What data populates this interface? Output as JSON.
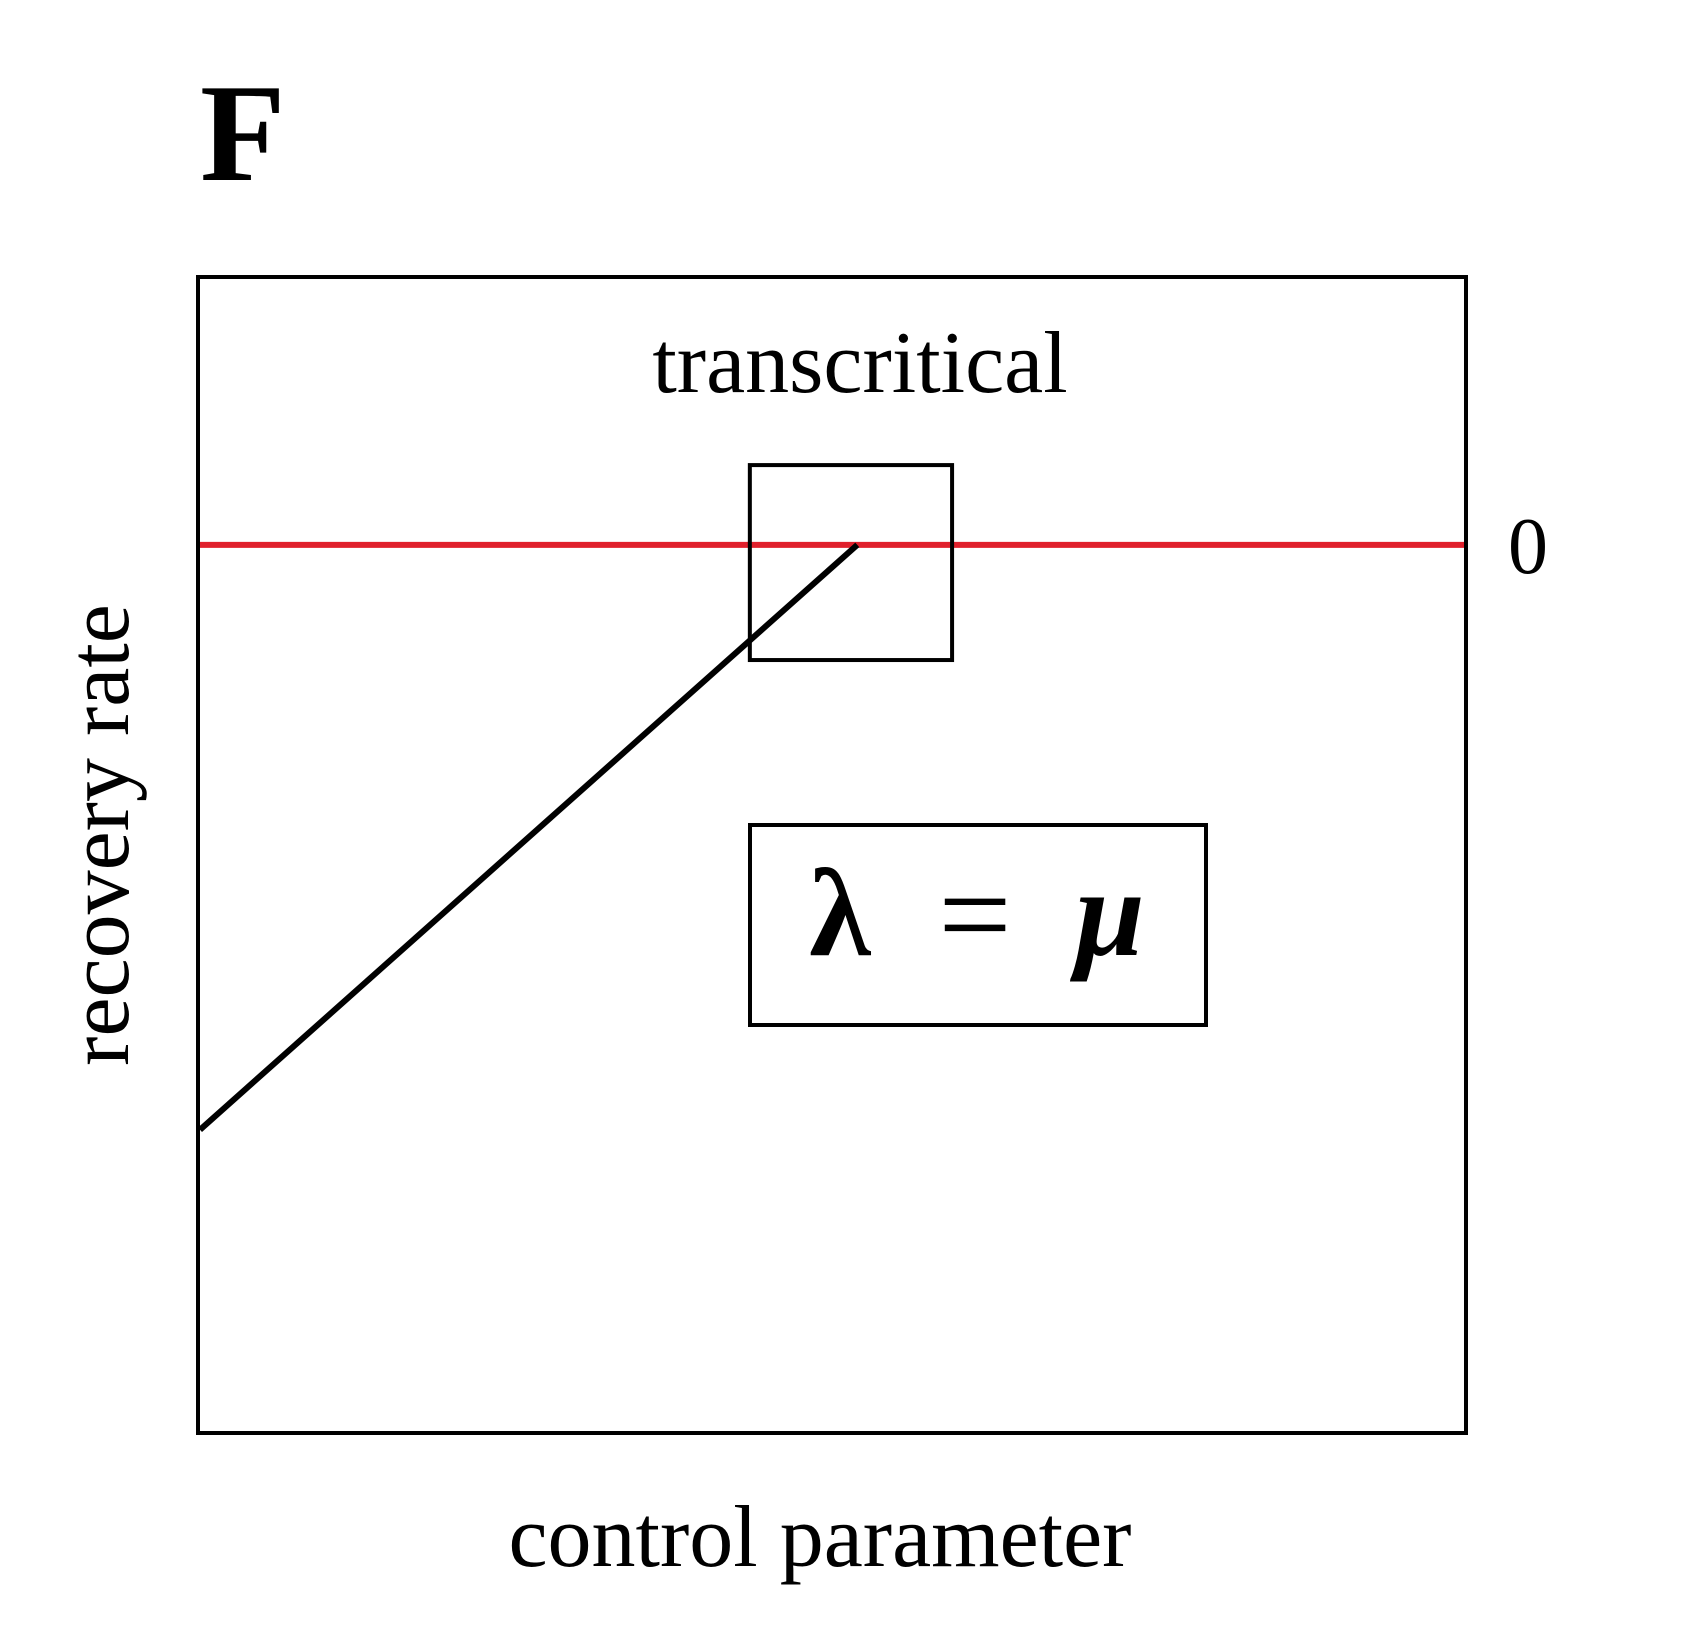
{
  "panel_label": "F",
  "chart_data": {
    "type": "line",
    "title": "transcritical",
    "xlabel": "control parameter",
    "ylabel": "recovery rate",
    "y_ticks": [
      "0"
    ],
    "xlim": [
      0,
      1
    ],
    "ylim": [
      -1,
      0.3
    ],
    "grid": false,
    "series": [
      {
        "kind": "black-line",
        "color": "#000000",
        "x": [
          0,
          0.52
        ],
        "y": [
          -0.66,
          0
        ]
      },
      {
        "kind": "red-zero-line",
        "color": "#e0202c",
        "x": [
          0,
          1
        ],
        "y": [
          0,
          0
        ]
      }
    ],
    "highlight_box": {
      "x_range": [
        0.435,
        0.595
      ],
      "y_range": [
        -0.13,
        0.09
      ]
    },
    "annotation": {
      "lhs": "λ",
      "op": "=",
      "rhs": "μ"
    }
  }
}
